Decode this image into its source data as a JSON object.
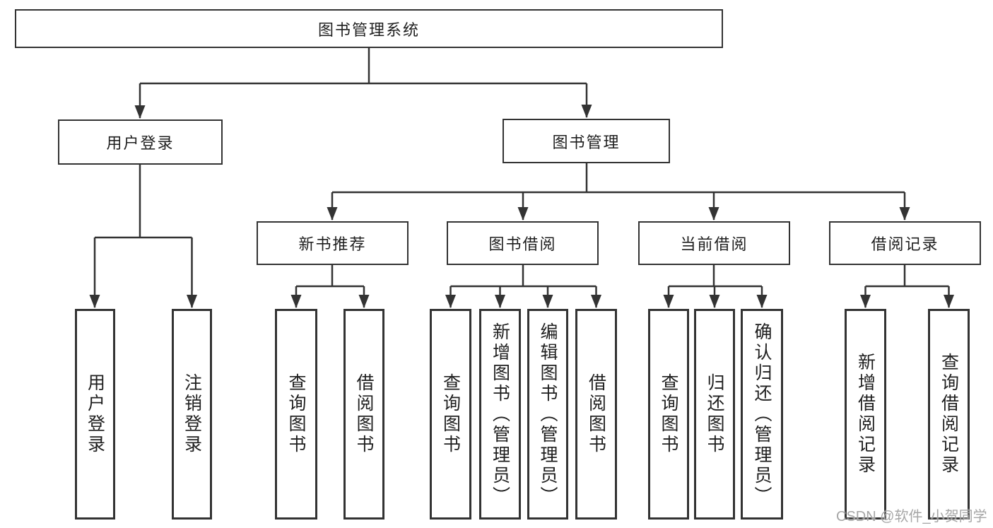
{
  "colors": {
    "line": "#333333",
    "box_border": "#333333",
    "text": "#1f1f1f",
    "background": "#ffffff",
    "watermark": "#9e9e9e"
  },
  "watermark": "CSDN @软件_小贺同学",
  "tree": {
    "label": "图书管理系统",
    "children": [
      {
        "label": "用户登录",
        "children": [
          {
            "label": "用户登录"
          },
          {
            "label": "注销登录"
          }
        ]
      },
      {
        "label": "图书管理",
        "children": [
          {
            "label": "新书推荐",
            "children": [
              {
                "label": "查询图书"
              },
              {
                "label": "借阅图书"
              }
            ]
          },
          {
            "label": "图书借阅",
            "children": [
              {
                "label": "查询图书"
              },
              {
                "label": "新增图书（管理员）"
              },
              {
                "label": "编辑图书（管理员）"
              },
              {
                "label": "借阅图书"
              }
            ]
          },
          {
            "label": "当前借阅",
            "children": [
              {
                "label": "查询图书"
              },
              {
                "label": "归还图书"
              },
              {
                "label": "确认归还（管理员）"
              }
            ]
          },
          {
            "label": "借阅记录",
            "children": [
              {
                "label": "新增借阅记录"
              },
              {
                "label": "查询借阅记录"
              }
            ]
          }
        ]
      }
    ]
  }
}
